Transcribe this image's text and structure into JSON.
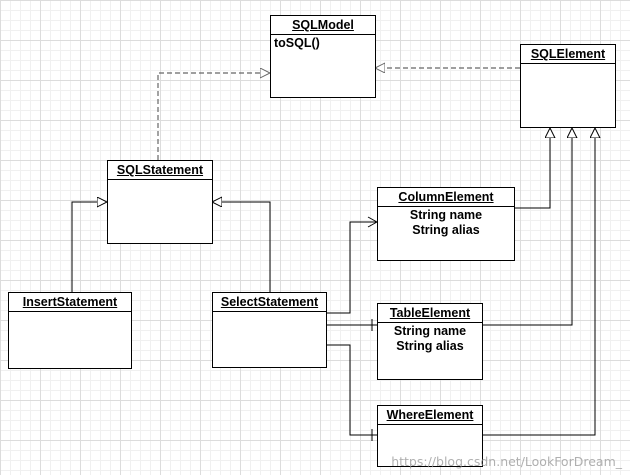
{
  "classes": {
    "sql_model": {
      "name": "SQLModel",
      "members": [
        "toSQL()"
      ]
    },
    "sql_element": {
      "name": "SQLElement",
      "members": []
    },
    "sql_statement": {
      "name": "SQLStatement",
      "members": []
    },
    "insert_statement": {
      "name": "InsertStatement",
      "members": []
    },
    "select_statement": {
      "name": "SelectStatement",
      "members": []
    },
    "column_element": {
      "name": "ColumnElement",
      "members": [
        "String name",
        "String alias"
      ]
    },
    "table_element": {
      "name": "TableElement",
      "members": [
        "String name",
        "String alias"
      ]
    },
    "where_element": {
      "name": "WhereElement",
      "members": []
    }
  },
  "watermark": "https://blog.csdn.net/LookForDream_",
  "colors": {
    "line": "#000000",
    "dashed_line": "#666666",
    "grid": "#dcdcdc"
  }
}
